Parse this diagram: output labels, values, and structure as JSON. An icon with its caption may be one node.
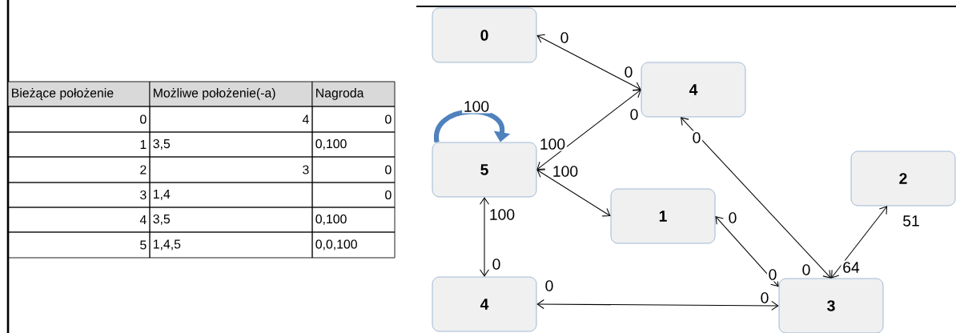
{
  "diagram": {
    "nodes": [
      {
        "text": [
          "0"
        ]
      },
      {
        "text": [
          "4"
        ]
      },
      {
        "text": [
          "5"
        ]
      },
      {
        "text": [
          "1"
        ]
      },
      {
        "text": [
          "2"
        ]
      },
      {
        "text": [
          "4"
        ]
      },
      {
        "text": [
          "3"
        ]
      }
    ],
    "edges": [
      {
        "from": 0,
        "to": 1,
        "arrow": "both"
      },
      {
        "from": 2,
        "to": 1,
        "arrow": "both"
      },
      {
        "from": 2,
        "to": 3,
        "arrow": "both"
      },
      {
        "from": 2,
        "to": 5,
        "arrow": "both"
      },
      {
        "from": 5,
        "to": 6,
        "arrow": "both"
      },
      {
        "from": 3,
        "to": 6,
        "arrow": "both"
      },
      {
        "from": 1,
        "to": 6,
        "arrow": "both"
      },
      {
        "from": 4,
        "to": 6,
        "arrow": "both"
      },
      {
        "from": 2,
        "to": 2,
        "arrow": "to",
        "label": "100",
        "style": "thick",
        "color": "#4f81bd"
      }
    ],
    "labels": [
      "Bieżące położenie",
      "Możliwe położenie(-a)",
      "Nagroda",
      "0",
      "4",
      "0",
      "1",
      "3,5",
      "0,100",
      "2",
      "3",
      "0",
      "3",
      "1,4",
      "0",
      "4",
      "3,5",
      "0,100",
      "5",
      "1,4,5",
      "0,0,100",
      "0",
      "0",
      "0",
      "0",
      "100",
      "100",
      "100",
      "0",
      "51",
      "0",
      "0",
      "0",
      "64",
      "0",
      "0"
    ]
  }
}
